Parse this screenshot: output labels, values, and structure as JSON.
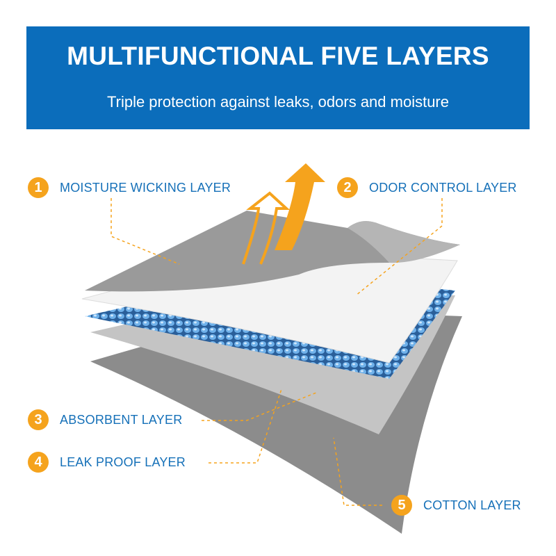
{
  "header": {
    "title": "MULTIFUNCTIONAL FIVE LAYERS",
    "subtitle": "Triple protection against leaks, odors and moisture"
  },
  "layers": [
    {
      "number": "1",
      "label": "MOISTURE WICKING LAYER"
    },
    {
      "number": "2",
      "label": "ODOR CONTROL LAYER"
    },
    {
      "number": "3",
      "label": "ABSORBENT LAYER"
    },
    {
      "number": "4",
      "label": "LEAK PROOF LAYER"
    },
    {
      "number": "5",
      "label": "COTTON LAYER"
    }
  ],
  "colors": {
    "brand_blue": "#0b6dbb",
    "accent_orange": "#f5a31d",
    "label_blue": "#1570b8"
  }
}
